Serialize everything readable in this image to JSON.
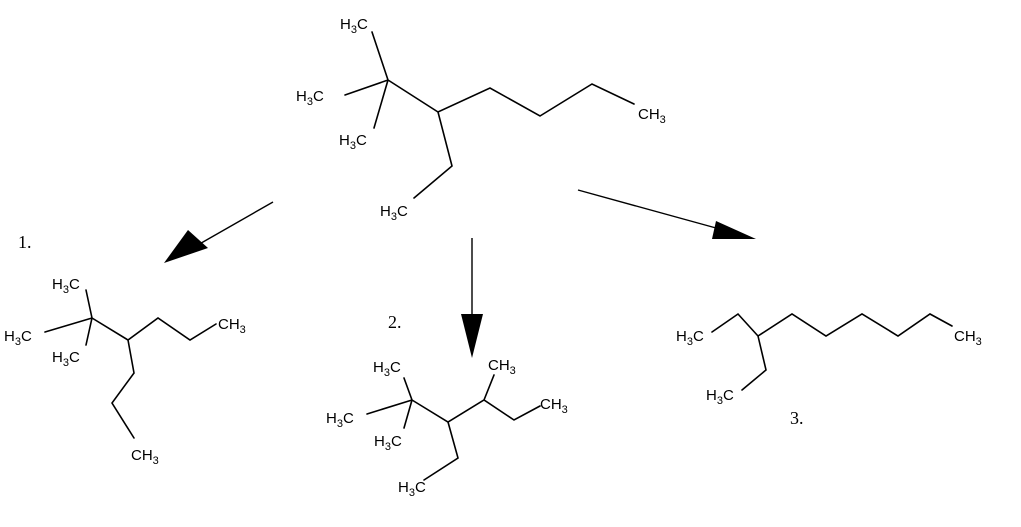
{
  "colors": {
    "ink": "#000000",
    "background": "#ffffff"
  },
  "molecules": {
    "start": {
      "atoms": [
        {
          "label": "H",
          "sub": "3",
          "tail": "C"
        },
        {
          "label": "H",
          "sub": "3",
          "tail": "C"
        },
        {
          "label": "H",
          "sub": "3",
          "tail": "C"
        },
        {
          "label": "CH",
          "sub": "3",
          "tail": ""
        },
        {
          "label": "H",
          "sub": "3",
          "tail": "C"
        }
      ]
    },
    "product_1": {
      "number": "1.",
      "atoms": [
        {
          "label": "H",
          "sub": "3",
          "tail": "C"
        },
        {
          "label": "H",
          "sub": "3",
          "tail": "C"
        },
        {
          "label": "H",
          "sub": "3",
          "tail": "C"
        },
        {
          "label": "CH",
          "sub": "3",
          "tail": ""
        },
        {
          "label": "CH",
          "sub": "3",
          "tail": ""
        }
      ]
    },
    "product_2": {
      "number": "2.",
      "atoms": [
        {
          "label": "H",
          "sub": "3",
          "tail": "C"
        },
        {
          "label": "H",
          "sub": "3",
          "tail": "C"
        },
        {
          "label": "H",
          "sub": "3",
          "tail": "C"
        },
        {
          "label": "CH",
          "sub": "3",
          "tail": ""
        },
        {
          "label": "CH",
          "sub": "3",
          "tail": ""
        },
        {
          "label": "H",
          "sub": "3",
          "tail": "C"
        }
      ]
    },
    "product_3": {
      "number": "3.",
      "atoms": [
        {
          "label": "H",
          "sub": "3",
          "tail": "C"
        },
        {
          "label": "H",
          "sub": "3",
          "tail": "C"
        },
        {
          "label": "CH",
          "sub": "3",
          "tail": ""
        }
      ]
    }
  }
}
